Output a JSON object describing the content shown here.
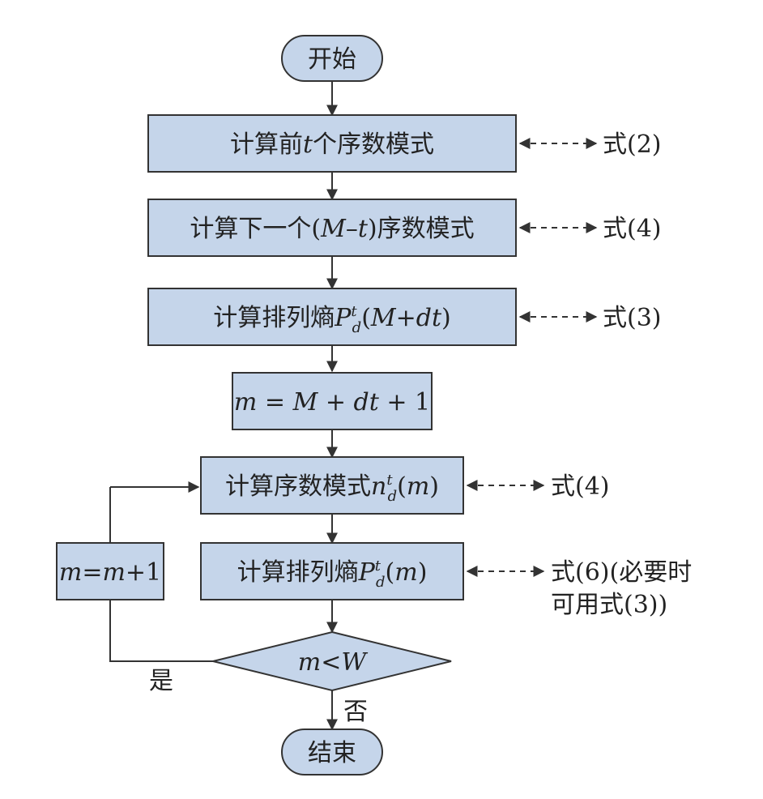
{
  "nodes": {
    "start": "开始",
    "step1": "计算前t个序数模式",
    "step2": "计算下一个(M-t)序数模式",
    "step3": "计算排列熵P^t_d(M+dt)",
    "init": "m = M + dt + 1",
    "step4": "计算序数模式n^t_d(m)",
    "step5": "计算排列熵P^t_d(m)",
    "increment": "m=m+1",
    "decision": "m<W",
    "end": "结束"
  },
  "edges": {
    "yes": "是",
    "no": "否"
  },
  "refs": {
    "r1": "式(2)",
    "r2": "式(4)",
    "r3": "式(3)",
    "r4": "式(4)",
    "r5_line1": "式(6)(必要时",
    "r5_line2": "可用式(3))"
  },
  "colors": {
    "box_fill": "#c5d5ea",
    "stroke": "#333333"
  }
}
